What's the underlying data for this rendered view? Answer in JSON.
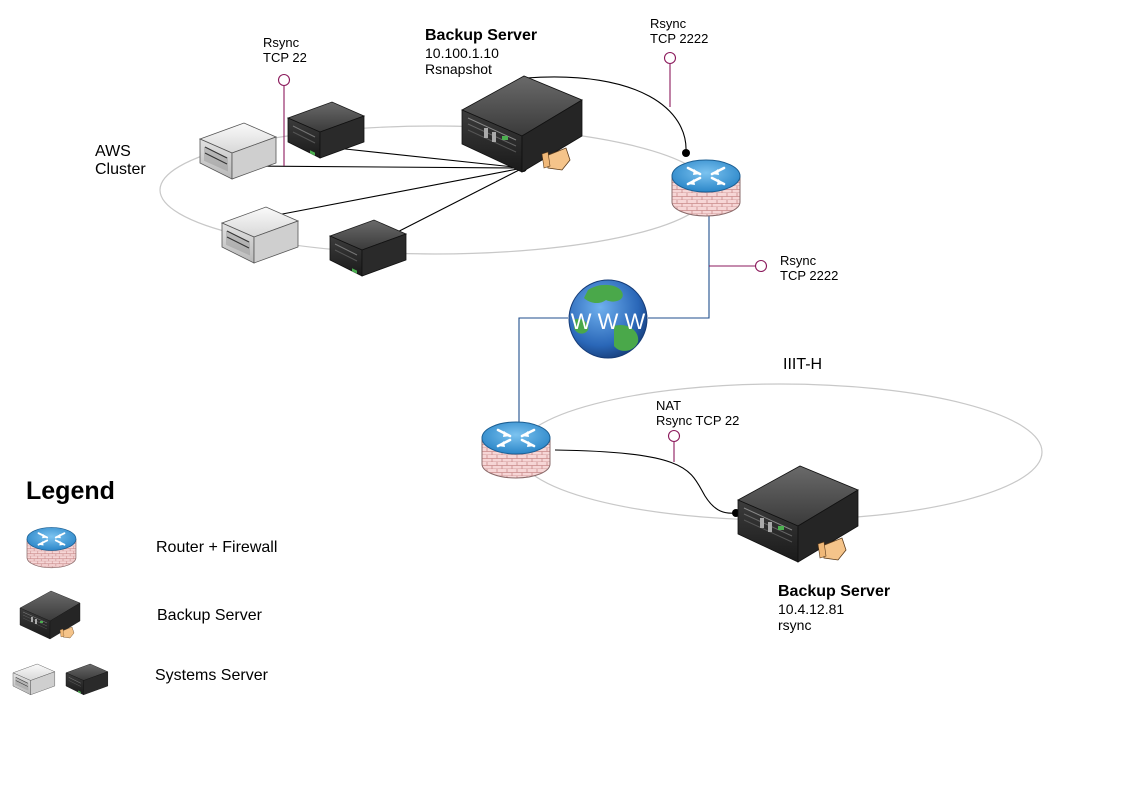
{
  "aws_cluster": {
    "label_line1": "AWS",
    "label_line2": "Cluster"
  },
  "backup_server_aws": {
    "title": "Backup Server",
    "ip": "10.100.1.10",
    "software": "Rsnapshot"
  },
  "port_aws_internal": {
    "line1": "Rsync",
    "line2": "TCP 22"
  },
  "port_aws_router": {
    "line1": "Rsync",
    "line2": "TCP 2222"
  },
  "port_internet_link": {
    "line1": "Rsync",
    "line2": "TCP 2222"
  },
  "iiith": {
    "label": "IIIT-H"
  },
  "port_iiith": {
    "line1": "NAT",
    "line2": "Rsync TCP 22"
  },
  "backup_server_iiith": {
    "title": "Backup Server",
    "ip": "10.4.12.81",
    "software": "rsync"
  },
  "internet": {
    "text": "W W W"
  },
  "legend": {
    "title": "Legend",
    "items": [
      {
        "label": "Router + Firewall",
        "icon": "router-firewall-icon"
      },
      {
        "label": "Backup Server",
        "icon": "backup-server-icon"
      },
      {
        "label": "Systems Server",
        "icon": "systems-server-icon"
      }
    ]
  },
  "colors": {
    "network_link": "#1f4e8c",
    "port_marker": "#8b1a5c",
    "zone_outline": "#c8c8c8",
    "router_blue": "#2b86c8",
    "firewall_pink": "#f2c9c9",
    "globe_blue": "#2a67b8",
    "globe_green": "#4aa84a",
    "server_dark": "#2b2b2b",
    "server_light": "#e6e6e6"
  }
}
